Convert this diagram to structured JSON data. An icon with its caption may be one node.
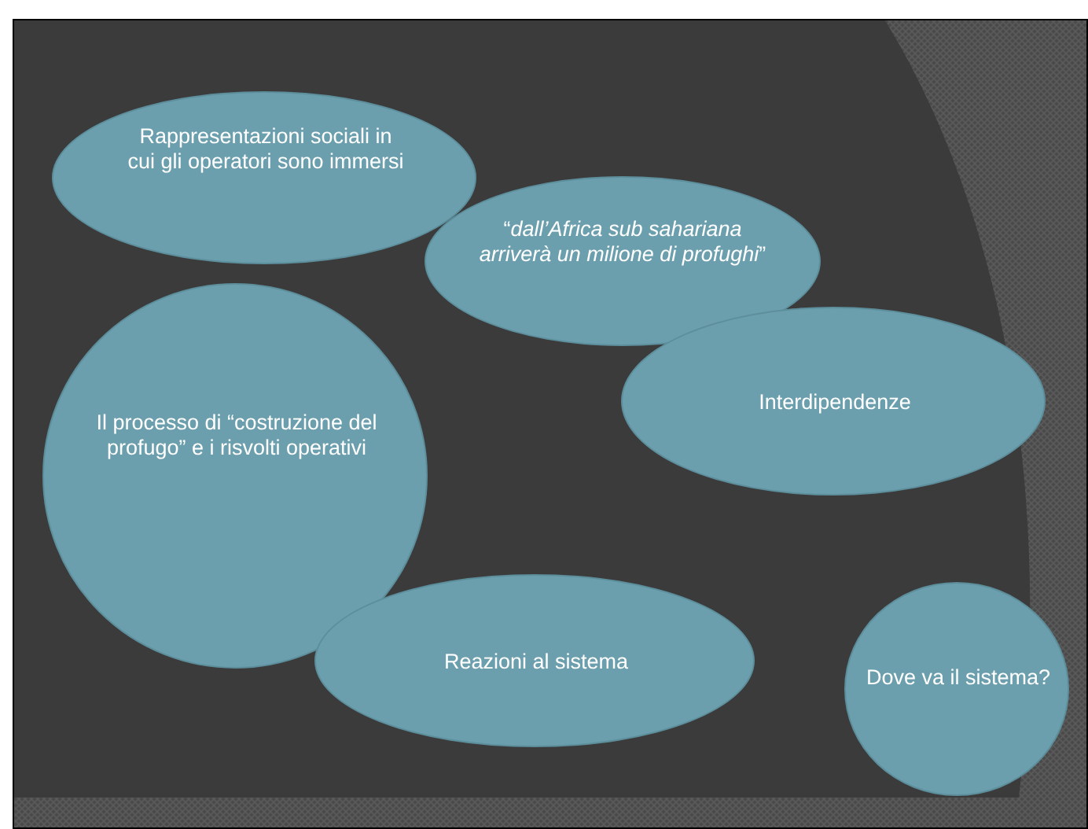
{
  "diagram": {
    "nodes": [
      {
        "text": [
          "Rappresentazioni sociali in cui gli operatori sono immersi"
        ]
      },
      {
        "text": [
          "“*dall’Africa sub sahariana arriverà un milione di profughi*”"
        ]
      },
      {
        "text": [
          "Il processo di “costruzione del profugo” e i risvolti operativi"
        ]
      },
      {
        "text": [
          "Interdipendenze"
        ]
      },
      {
        "text": [
          "Reazioni al sistema"
        ]
      },
      {
        "text": [
          "Dove va il sistema?"
        ]
      }
    ]
  }
}
